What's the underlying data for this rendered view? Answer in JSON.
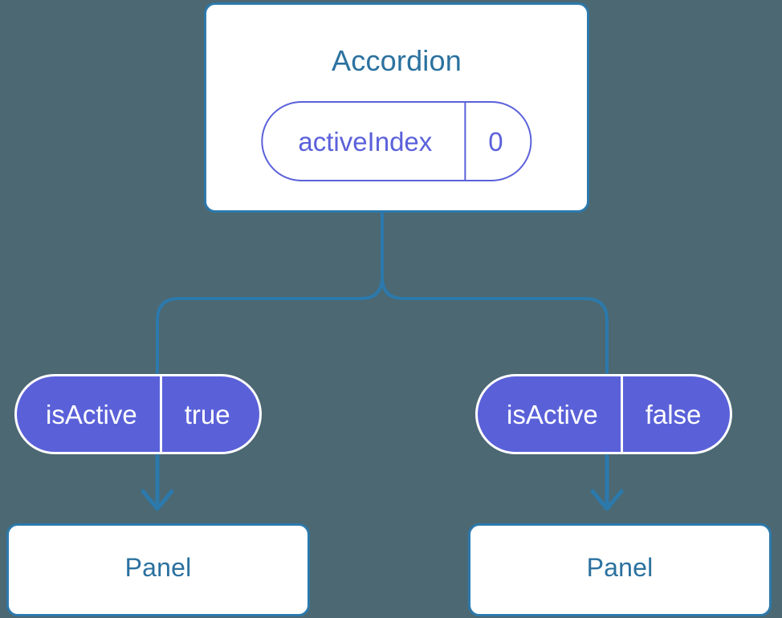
{
  "diagram": {
    "background_color": "#4c6872",
    "accent_blue": "#2c79ac",
    "accent_purple": "#5a61d8",
    "title_color": "#2b719f",
    "parent": {
      "name": "Accordion",
      "state": {
        "key": "activeIndex",
        "value": "0"
      }
    },
    "branches": [
      {
        "prop": {
          "key": "isActive",
          "value": "true"
        },
        "child": {
          "name": "Panel"
        }
      },
      {
        "prop": {
          "key": "isActive",
          "value": "false"
        },
        "child": {
          "name": "Panel"
        }
      }
    ]
  }
}
